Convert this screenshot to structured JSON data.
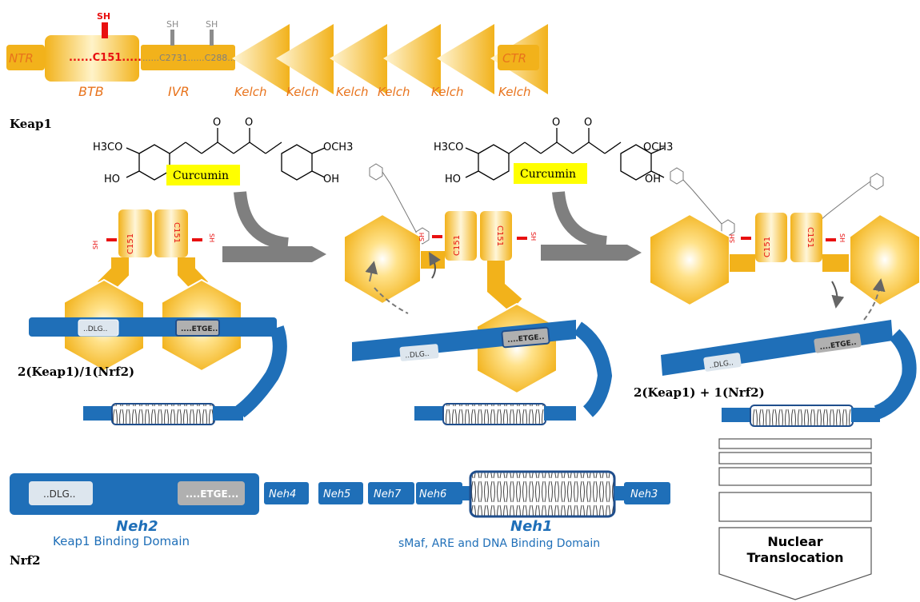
{
  "keap1": {
    "label": "Keap1",
    "ntr": "NTR",
    "ctr": "CTR",
    "btb": "BTB",
    "ivr": "IVR",
    "kelch": [
      "Kelch",
      "Kelch",
      "Kelch",
      "Kelch",
      "Kelch",
      "Kelch"
    ],
    "sh": "SH",
    "c151": "......C151.......",
    "ivr_cys": "......C2731......C288..."
  },
  "curcumin": {
    "label": "Curcumin",
    "h3co": "H3CO",
    "och3": "OCH3",
    "ho": "HO",
    "oh": "OH",
    "o": "O"
  },
  "complex": {
    "sh": "SH",
    "c151": "C151",
    "dlg": "..DLG..",
    "etge": "....ETGE..",
    "state1": "2(Keap1)/1(Nrf2)",
    "state3": "2(Keap1) + 1(Nrf2)"
  },
  "nrf2": {
    "label": "Nrf2",
    "dlg": "..DLG..",
    "etge": "....ETGE...",
    "neh2": "Neh2",
    "neh2_desc": "Keap1 Binding Domain",
    "neh4": "Neh4",
    "neh5": "Neh5",
    "neh7": "Neh7",
    "neh6": "Neh6",
    "neh1": "Neh1",
    "neh1_desc": "sMaf, ARE and DNA Binding Domain",
    "neh3": "Neh3"
  },
  "nuclear": {
    "line1": "Nuclear",
    "line2": "Translocation"
  },
  "colors": {
    "keap_orange": "#F2B21B",
    "keap_light": "#FFF6D8",
    "nrf2_blue": "#1F6FB8",
    "label_orange": "#E8731C",
    "arrow_gray": "#7F7F7F",
    "sh_red": "#E81010",
    "curcumin_box": "#FFFF00"
  }
}
